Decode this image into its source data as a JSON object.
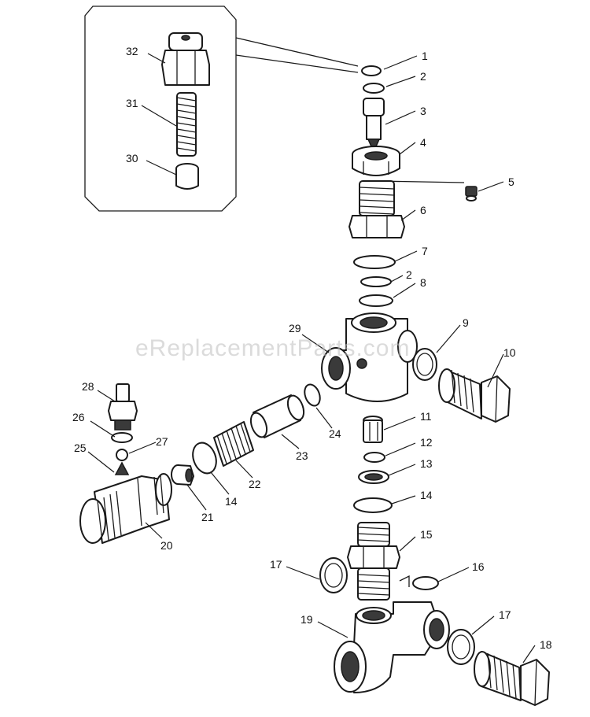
{
  "watermark": "eReplacementParts.com",
  "callouts": [
    "1",
    "2",
    "3",
    "4",
    "5",
    "6",
    "7",
    "2",
    "8",
    "9",
    "10",
    "11",
    "12",
    "13",
    "14",
    "15",
    "16",
    "17",
    "17",
    "18",
    "19",
    "20",
    "21",
    "14",
    "22",
    "23",
    "24",
    "25",
    "26",
    "27",
    "28",
    "29",
    "30",
    "31",
    "32"
  ]
}
